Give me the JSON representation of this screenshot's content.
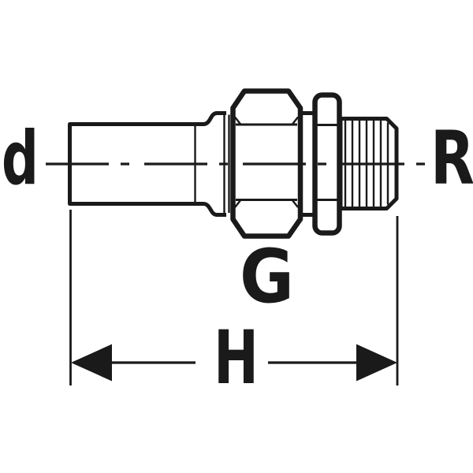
{
  "diagram": {
    "kind": "technical-line-drawing",
    "labels": {
      "pipe_diameter": "d",
      "external_thread": "R",
      "union_thread": "G",
      "overall_length": "H"
    },
    "colors": {
      "line": "#1a1a1a",
      "background": "#ffffff"
    }
  }
}
